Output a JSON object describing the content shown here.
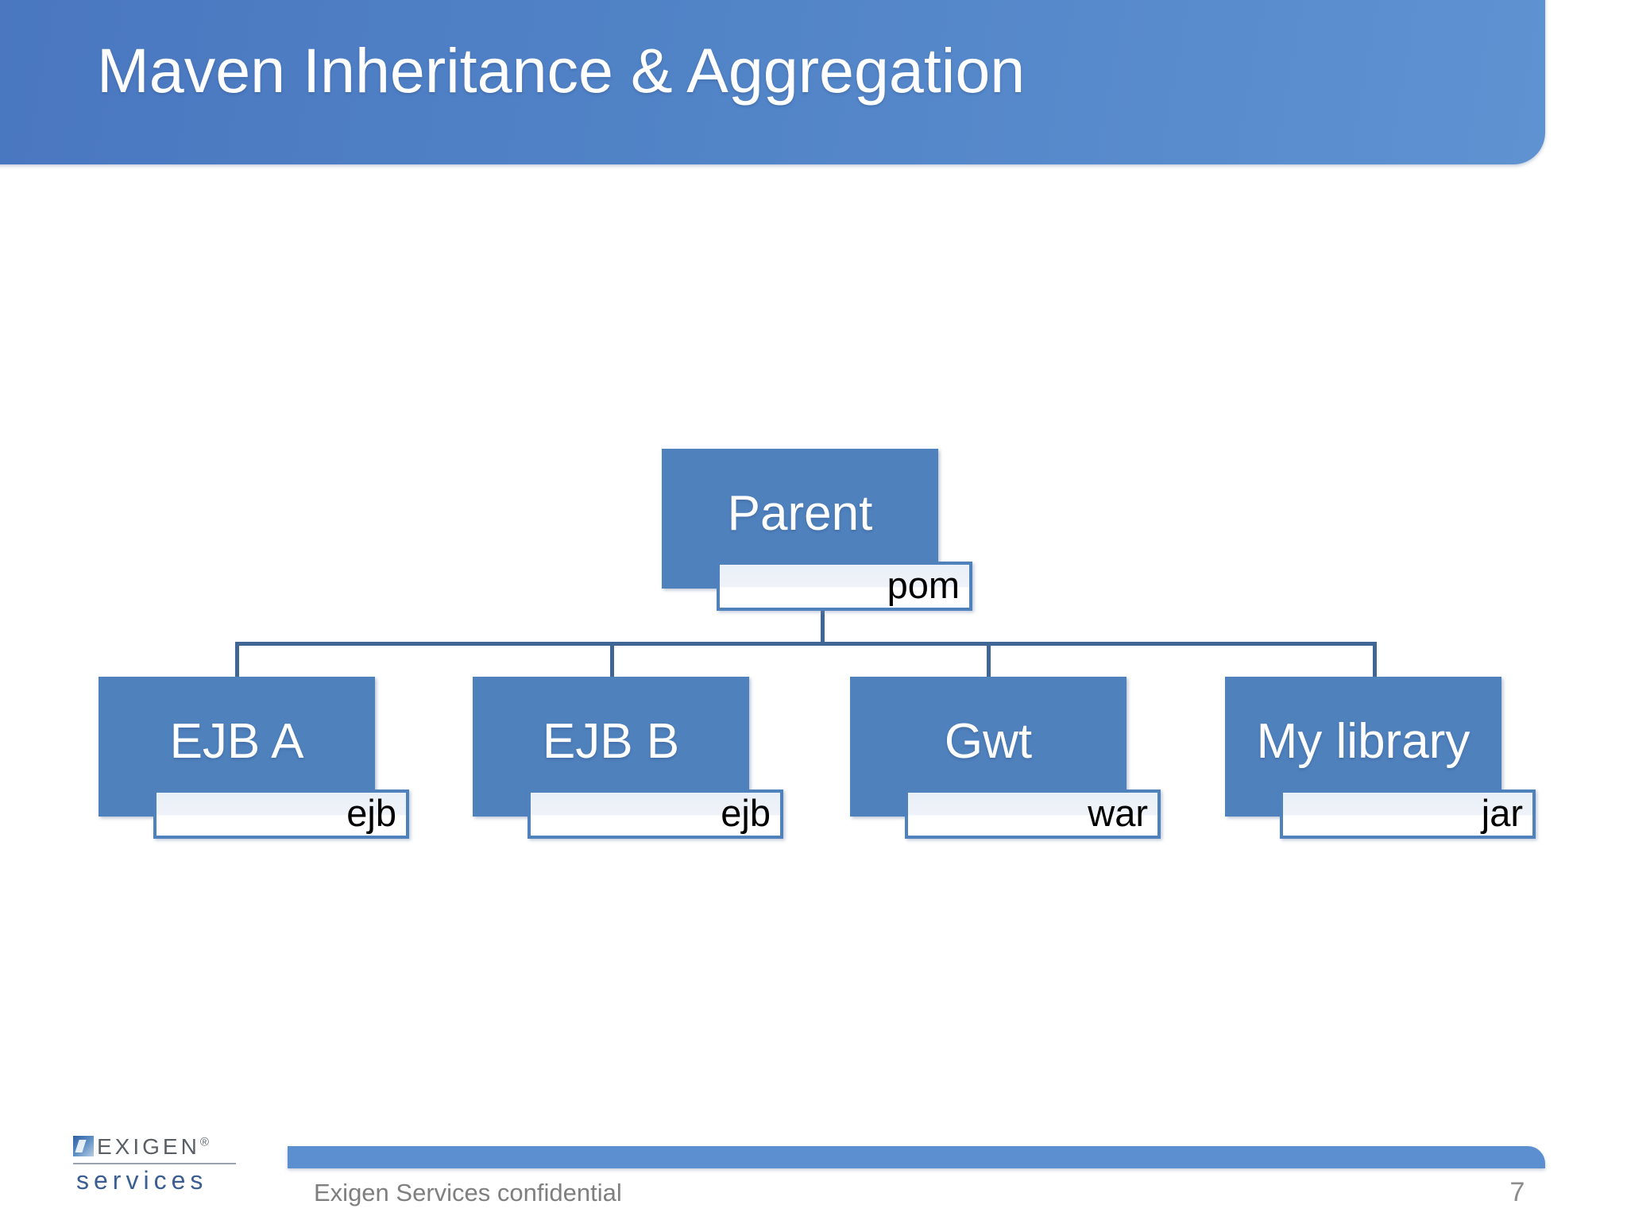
{
  "slide": {
    "title": "Maven Inheritance & Aggregation",
    "accent_color": "#4f81bd",
    "header_gradient_from": "#4a77c0",
    "header_gradient_to": "#5e92d1"
  },
  "diagram": {
    "type": "tree",
    "root": {
      "label": "Parent",
      "packaging": "pom"
    },
    "children": [
      {
        "label": "EJB A",
        "packaging": "ejb"
      },
      {
        "label": "EJB B",
        "packaging": "ejb"
      },
      {
        "label": "Gwt",
        "packaging": "war"
      },
      {
        "label": "My library",
        "packaging": "jar"
      }
    ]
  },
  "footer": {
    "confidential_text": "Exigen Services confidential",
    "page_number": "7",
    "logo": {
      "name": "EXIGEN",
      "registered_mark": "®",
      "tagline": "services"
    }
  }
}
